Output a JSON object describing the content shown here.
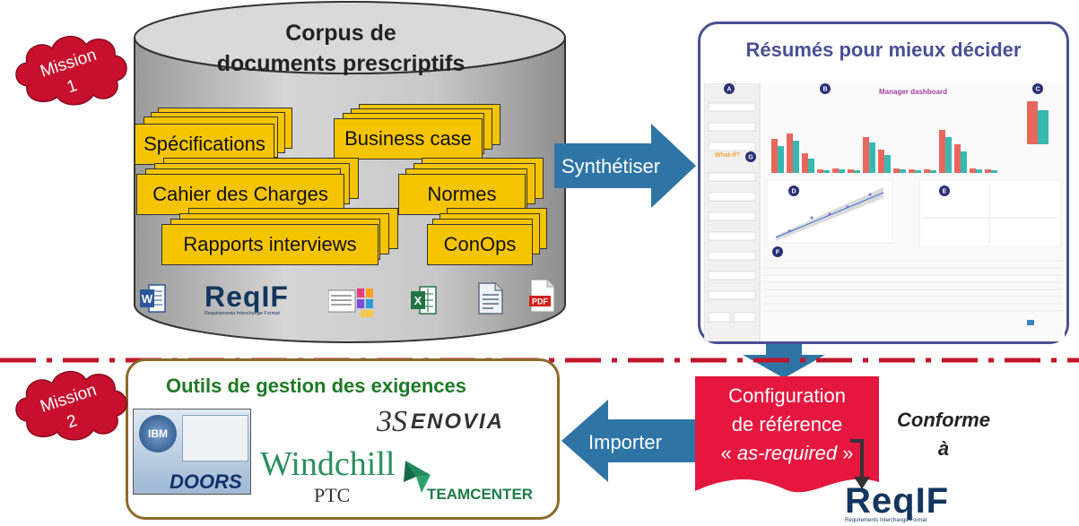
{
  "missions": [
    {
      "label_line1": "Mission",
      "label_line2": "1"
    },
    {
      "label_line1": "Mission",
      "label_line2": "2"
    }
  ],
  "corpus": {
    "title_line1": "Corpus de",
    "title_line2": "documents prescriptifs",
    "documents": [
      "Spécifications",
      "Business case",
      "Cahier des Charges",
      "Normes",
      "Rapports interviews",
      "ConOps"
    ],
    "format_icons": [
      "word-icon",
      "reqif-logo",
      "sysml-logo",
      "excel-icon",
      "text-file-icon",
      "pdf-icon"
    ],
    "reqif_logo_text": "ReqIF",
    "reqif_tagline": "Requirements Interchange Format",
    "pdf_label": "PDF",
    "word_label": "W",
    "excel_label": "X"
  },
  "arrows": {
    "synthesize": "Synthétiser",
    "import": "Importer"
  },
  "dashboard_panel": {
    "title": "Résumés pour mieux décider",
    "dashboard_title": "Manager dashboard",
    "what_if": "What-If?",
    "section_badges": [
      "A",
      "B",
      "C",
      "D",
      "E",
      "F",
      "G"
    ]
  },
  "tools": {
    "title": "Outils de gestion des exigences",
    "products": {
      "doors": "DOORS",
      "ibm": "IBM",
      "enovia": "ENOVIA",
      "windchill": "Windchill",
      "ptc": "PTC",
      "teamcenter": "TEAMCENTER"
    }
  },
  "configuration": {
    "line1": "Configuration",
    "line2": "de référence",
    "line3_prefix": "« ",
    "line3_italic": "as-required",
    "line3_suffix": " »"
  },
  "conforme": {
    "line1": "Conforme",
    "line2": "à"
  },
  "colors": {
    "mission_red": "#c8102e",
    "arrow_blue": "#2e75a6",
    "doc_yellow": "#f5c400",
    "panel_border": "#4b4f93",
    "tools_border": "#8b6b2a",
    "tools_title": "#1e7a25",
    "config_red": "#e5173f",
    "separator_red": "#c0152a"
  }
}
